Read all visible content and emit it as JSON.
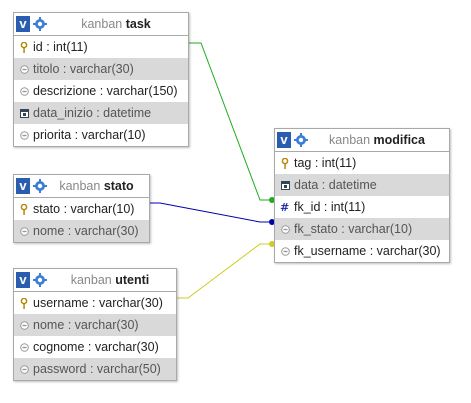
{
  "tables": {
    "task": {
      "prefix": "kanban",
      "name": "task",
      "columns": [
        {
          "text": "id : int(11)",
          "icon": "key-icon"
        },
        {
          "text": "titolo : varchar(30)",
          "icon": "field-icon"
        },
        {
          "text": "descrizione : varchar(150)",
          "icon": "field-icon"
        },
        {
          "text": "data_inizio : datetime",
          "icon": "date-icon"
        },
        {
          "text": "priorita : varchar(10)",
          "icon": "field-icon"
        }
      ]
    },
    "stato": {
      "prefix": "kanban",
      "name": "stato",
      "columns": [
        {
          "text": "stato : varchar(10)",
          "icon": "key-icon"
        },
        {
          "text": "nome : varchar(30)",
          "icon": "field-icon"
        }
      ]
    },
    "utenti": {
      "prefix": "kanban",
      "name": "utenti",
      "columns": [
        {
          "text": "username : varchar(30)",
          "icon": "key-icon"
        },
        {
          "text": "nome : varchar(30)",
          "icon": "field-icon"
        },
        {
          "text": "cognome : varchar(30)",
          "icon": "field-icon"
        },
        {
          "text": "password : varchar(50)",
          "icon": "field-icon"
        }
      ]
    },
    "modifica": {
      "prefix": "kanban",
      "name": "modifica",
      "columns": [
        {
          "text": "tag : int(11)",
          "icon": "key-icon"
        },
        {
          "text": "data : datetime",
          "icon": "date-icon"
        },
        {
          "text": "fk_id : int(11)",
          "icon": "hash-icon"
        },
        {
          "text": "fk_stato : varchar(10)",
          "icon": "field-icon"
        },
        {
          "text": "fk_username : varchar(30)",
          "icon": "field-icon"
        }
      ]
    }
  },
  "relations": [
    {
      "from": "task.id",
      "to": "modifica.fk_id",
      "color": "#22aa22"
    },
    {
      "from": "stato.stato",
      "to": "modifica.fk_stato",
      "color": "#0000aa"
    },
    {
      "from": "utenti.username",
      "to": "modifica.fk_username",
      "color": "#cccc22"
    }
  ],
  "colors": {
    "header_button": "#2a5db0",
    "alt_row": "#d9d9d9",
    "border": "#a9a9a9"
  }
}
